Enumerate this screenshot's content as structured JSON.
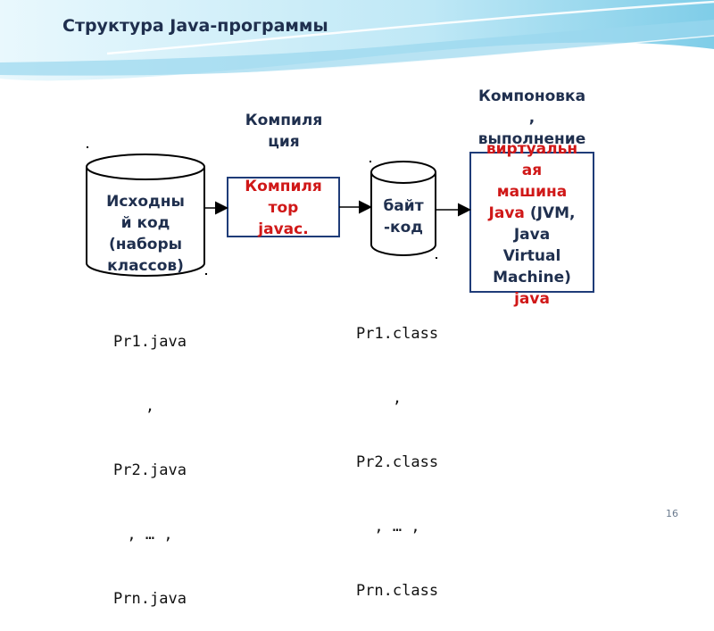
{
  "title": "Структура Java-программы",
  "source": {
    "label_lines": [
      "Исходны",
      "й код",
      "(наборы",
      "классов)"
    ],
    "files_lines": [
      "Pr1.java",
      ",",
      "Pr2.java",
      ", … ,",
      "Prn.java"
    ]
  },
  "compile_step": {
    "header_lines": [
      "Компиля",
      "ция"
    ],
    "box_lines": [
      "Компиля",
      "тор",
      "javac."
    ]
  },
  "bytecode": {
    "label_lines": [
      "байт",
      "-код"
    ],
    "files_lines": [
      "Pr1.class",
      ",",
      "Pr2.class",
      ", … ,",
      "Prn.class"
    ]
  },
  "run_step": {
    "header_lines": [
      "Компоновка",
      ",",
      "выполнение"
    ],
    "box_lines_red_top": [
      "виртуальн",
      "ая",
      "машина"
    ],
    "box_line_java": "Java",
    "box_line_jvm": " (JVM,",
    "box_lines_dark": [
      "Java",
      "Virtual",
      "Machine)"
    ],
    "box_line_red_bottom": "java"
  },
  "page_number": "16",
  "colors": {
    "title": "#1f2f4e",
    "text_dark": "#1f2f4e",
    "text_red": "#d01818",
    "box_border": "#1f3c78",
    "wave_light": "#cfeef8",
    "wave_mid": "#8fd3ec"
  }
}
